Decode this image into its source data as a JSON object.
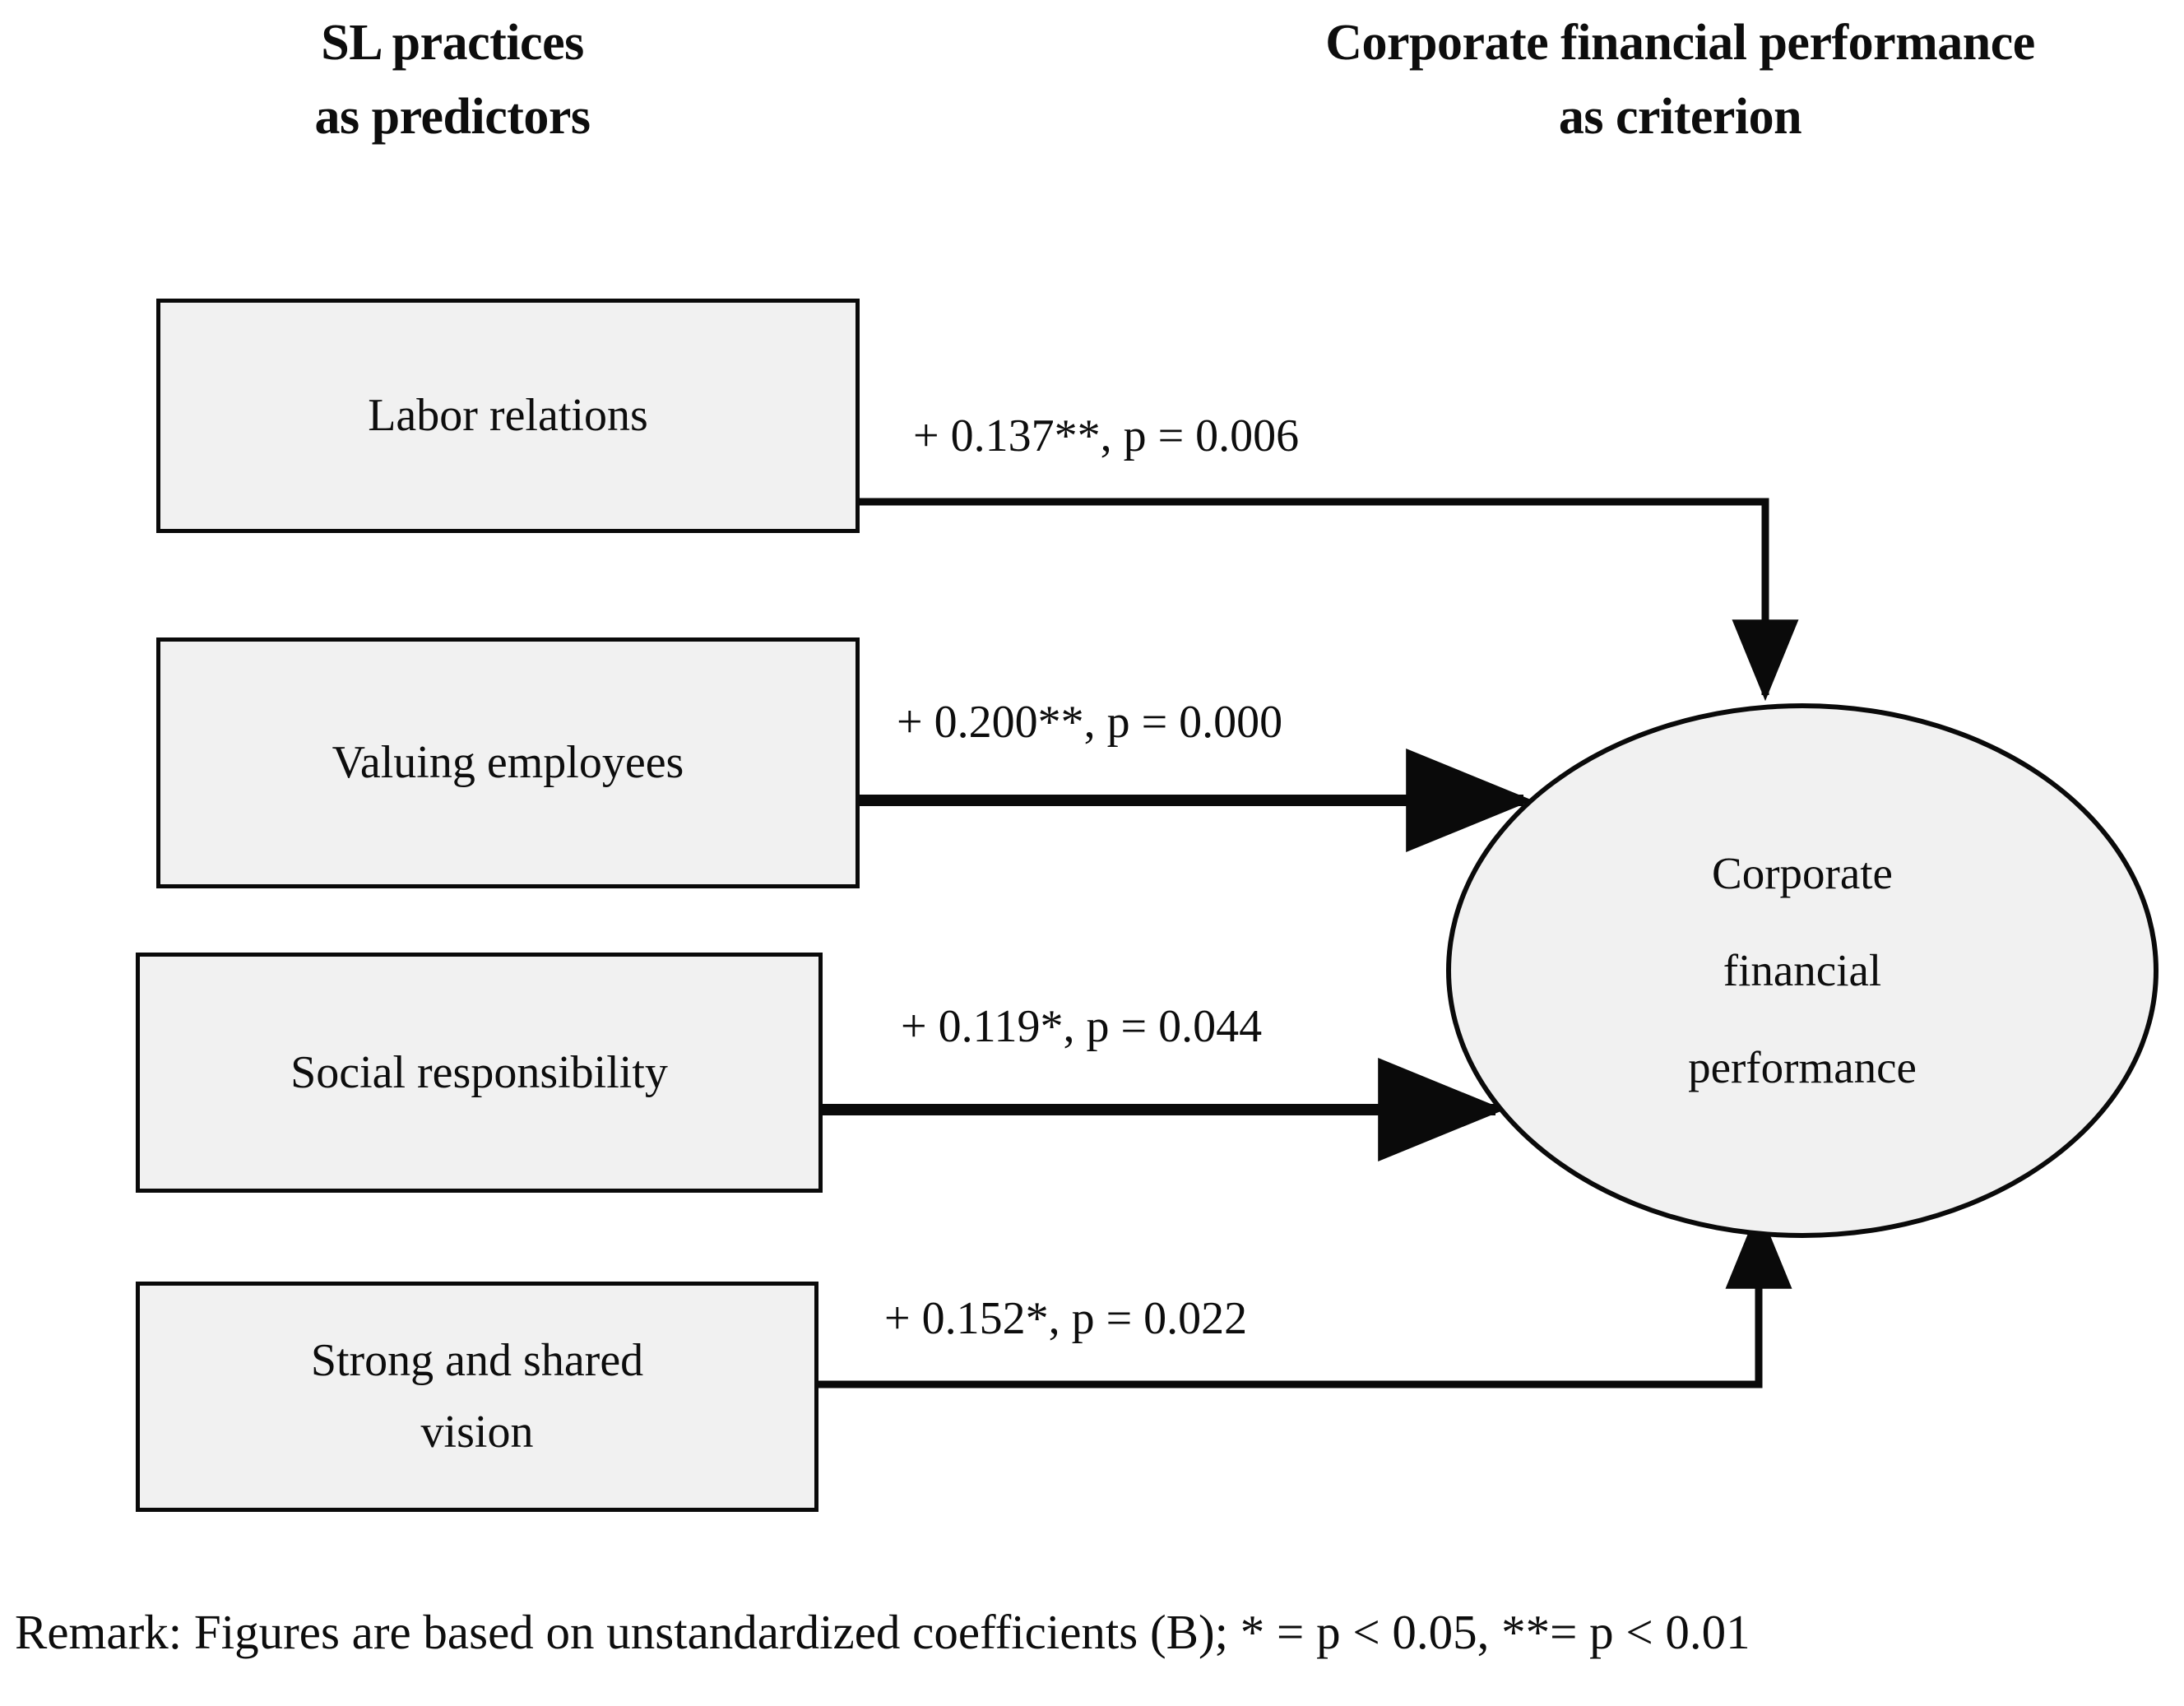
{
  "headers": {
    "left": "SL practices\nas predictors",
    "right": "Corporate financial performance\nas criterion"
  },
  "predictors": [
    {
      "id": "labor-relations",
      "label": "Labor relations"
    },
    {
      "id": "valuing-employees",
      "label": "Valuing employees"
    },
    {
      "id": "social-responsibility",
      "label": "Social responsibility"
    },
    {
      "id": "strong-shared-vision",
      "label": "Strong and shared\nvision"
    }
  ],
  "criterion": {
    "id": "corporate-financial-performance",
    "label": "Corporate\nfinancial\nperformance"
  },
  "paths": [
    {
      "from": "labor-relations",
      "to": "corporate-financial-performance",
      "label": "+ 0.137**, p = 0.006",
      "coefficient": 0.137,
      "p_value": 0.006,
      "significance": "**",
      "sign": "+"
    },
    {
      "from": "valuing-employees",
      "to": "corporate-financial-performance",
      "label": "+ 0.200**, p = 0.000",
      "coefficient": 0.2,
      "p_value": 0.0,
      "significance": "**",
      "sign": "+"
    },
    {
      "from": "social-responsibility",
      "to": "corporate-financial-performance",
      "label": "+ 0.119*, p = 0.044",
      "coefficient": 0.119,
      "p_value": 0.044,
      "significance": "*",
      "sign": "+"
    },
    {
      "from": "strong-shared-vision",
      "to": "corporate-financial-performance",
      "label": "+ 0.152*, p = 0.022",
      "coefficient": 0.152,
      "p_value": 0.022,
      "significance": "*",
      "sign": "+"
    }
  ],
  "remark": "Remark: Figures are based on unstandardized coefficients (B); * = p < 0.05, **= p < 0.01",
  "colors": {
    "node_fill": "#f1f1f1",
    "stroke": "#0a0a0a",
    "text": "#0d0d0d",
    "background": "#ffffff"
  }
}
